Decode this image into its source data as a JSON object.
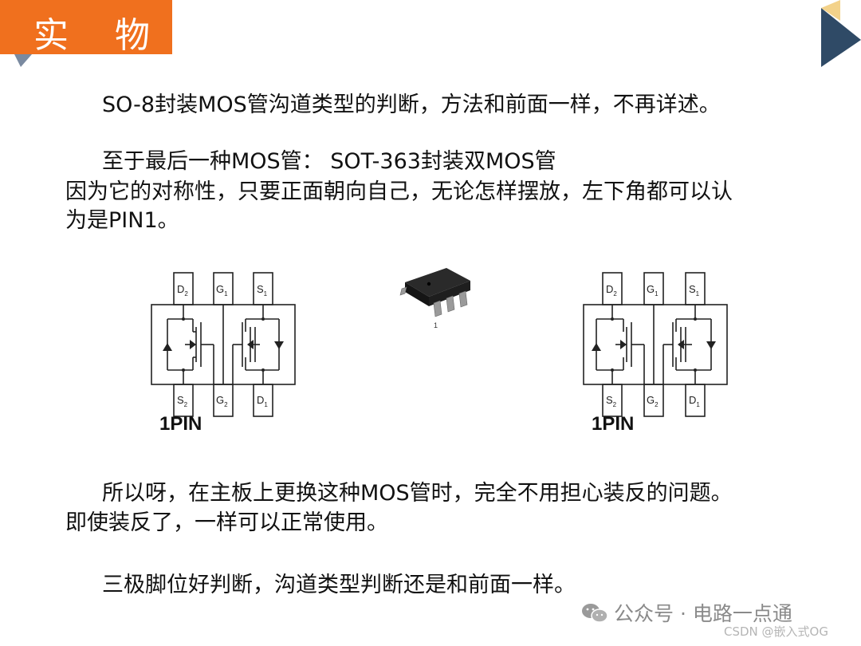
{
  "slide": {
    "title": "实 物",
    "paragraphs": {
      "p1": "SO-8封装MOS管沟道类型的判断，方法和前面一样，不再详述。",
      "p2_line1": "至于最后一种MOS管： SOT-363封装双MOS管",
      "p2_line2": "因为它的对称性，只要正面朝向自己，无论怎样摆放，左下角都可以认",
      "p2_line3": "为是PIN1。",
      "p3_line1": "所以呀，在主板上更换这种MOS管时，完全不用担心装反的问题。",
      "p3_line2": "即使装反了，一样可以正常使用。",
      "p4": "三极脚位好判断，沟道类型判断还是和前面一样。"
    },
    "colors": {
      "title_bg": "#f0701e",
      "corner_dark": "#2f4a66",
      "corner_light": "#f3d28a"
    }
  },
  "schematics": {
    "left": {
      "top_pins": [
        {
          "letter": "D",
          "sub": "2"
        },
        {
          "letter": "G",
          "sub": "1"
        },
        {
          "letter": "S",
          "sub": "1"
        }
      ],
      "bottom_pins": [
        {
          "letter": "S",
          "sub": "2"
        },
        {
          "letter": "G",
          "sub": "2"
        },
        {
          "letter": "D",
          "sub": "1"
        }
      ],
      "pin_label": "1PIN"
    },
    "right": {
      "top_pins": [
        {
          "letter": "D",
          "sub": "2"
        },
        {
          "letter": "G",
          "sub": "1"
        },
        {
          "letter": "S",
          "sub": "1"
        }
      ],
      "bottom_pins": [
        {
          "letter": "S",
          "sub": "2"
        },
        {
          "letter": "G",
          "sub": "2"
        },
        {
          "letter": "D",
          "sub": "1"
        }
      ],
      "pin_label": "1PIN"
    }
  },
  "chip": {
    "pin1_mark": "1"
  },
  "watermark": {
    "icon": "wechat-icon",
    "text": "公众号 · 电路一点通",
    "csdn": "CSDN @嵌入式OG"
  }
}
